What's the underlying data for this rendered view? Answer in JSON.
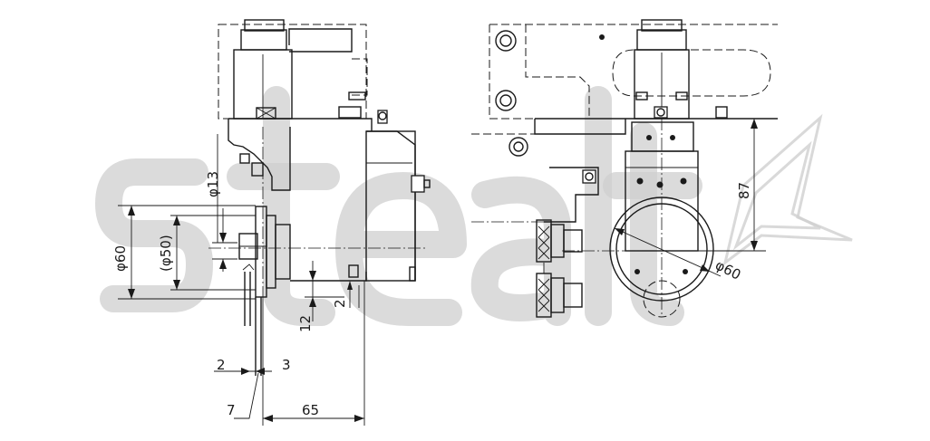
{
  "dimensions": {
    "d13": "φ13",
    "d60_left": "φ60",
    "d50": "(φ50)",
    "two_top": "2",
    "twelve": "12",
    "two_bottom": "2",
    "three": "3",
    "seven": "7",
    "sixtyfive": "65",
    "eightyseven": "87",
    "d60_right": "φ60"
  },
  "colors": {
    "line": "#1a1a1a",
    "watermark": "#cfcfcf",
    "background": "#ffffff"
  }
}
